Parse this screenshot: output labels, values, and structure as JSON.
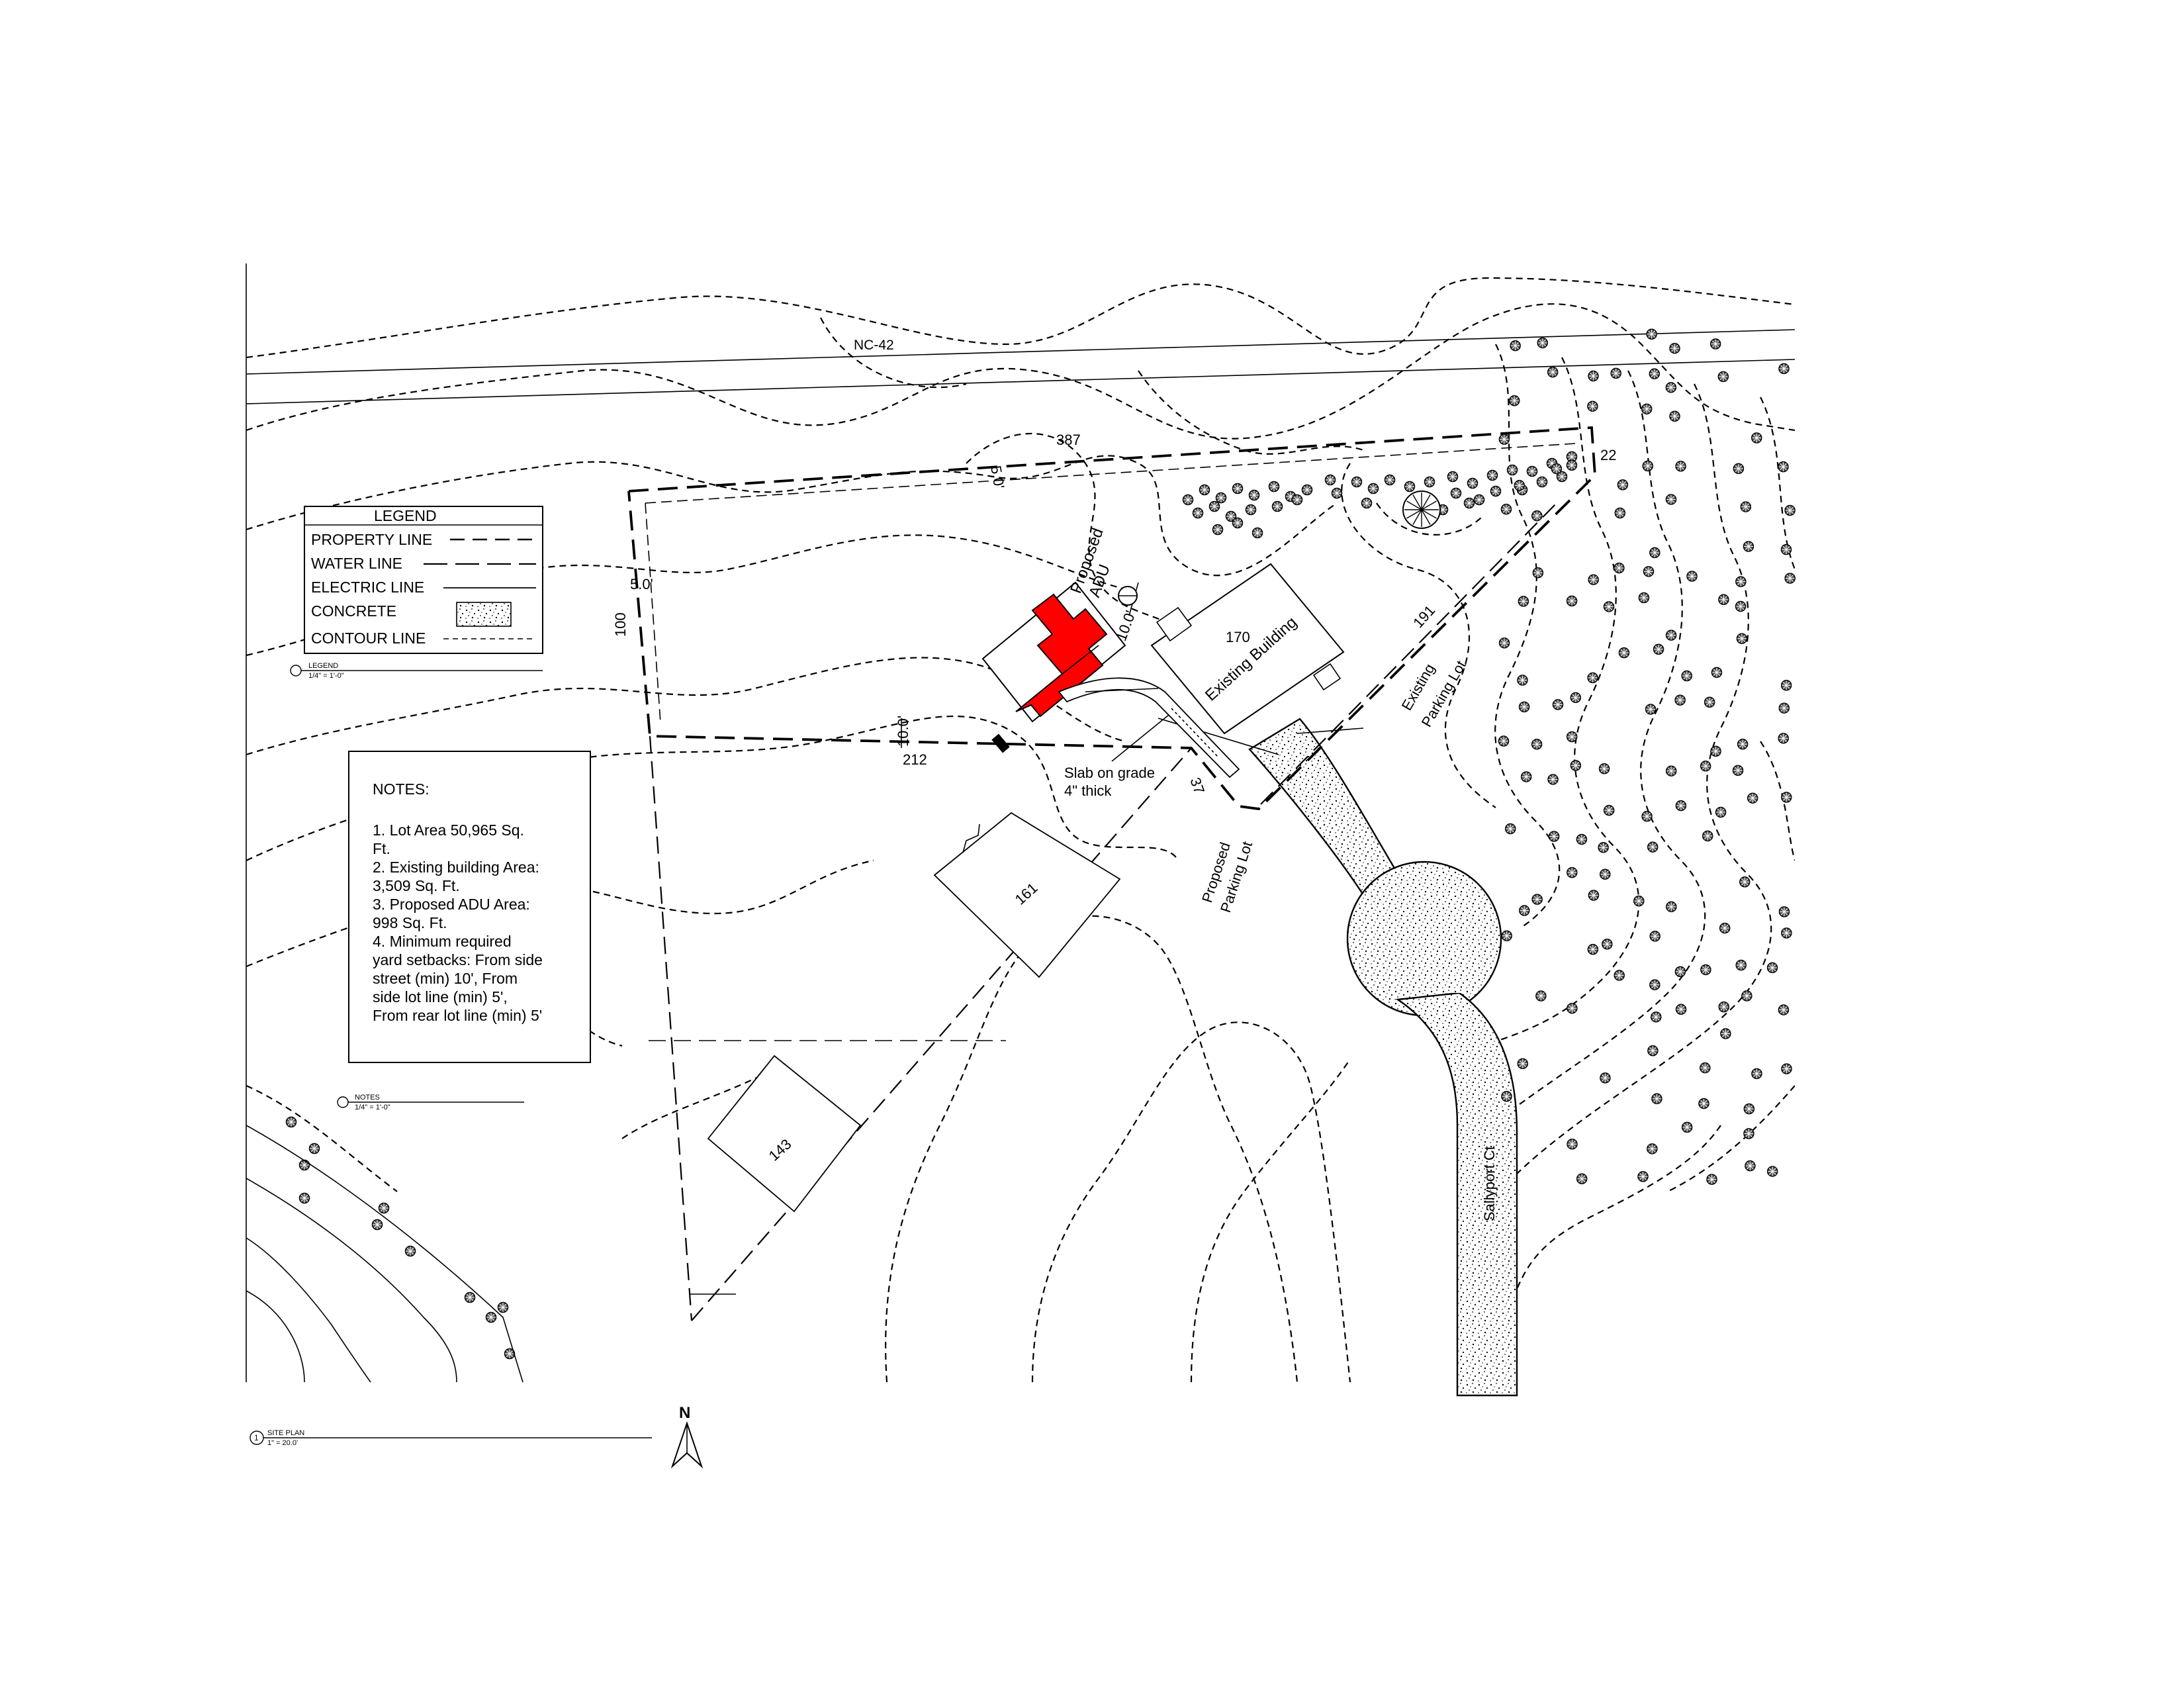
{
  "labels": {
    "road_nc42": "NC-42",
    "dim_387": "387",
    "dim_22": "22",
    "dim_100": "100",
    "dim_212": "212",
    "dim_37": "37",
    "dim_191": "191",
    "setback_top": "5.0'",
    "setback_left": "5.0'",
    "setback_bottom": "10.0'",
    "setback_adu": "10.0'",
    "proposed_adu": [
      "Proposed",
      "ADU"
    ],
    "existing_building": [
      "170",
      "Existing Building"
    ],
    "existing_parking": [
      "Existing",
      "Parking Lot"
    ],
    "proposed_parking": [
      "Proposed",
      "Parking Lot"
    ],
    "slab": [
      "Slab on grade",
      "4\" thick"
    ],
    "bldg_161": "161",
    "bldg_143": "143",
    "street": "Sallyport Ct"
  },
  "legend": {
    "title": "LEGEND",
    "items": [
      "PROPERTY LINE",
      "WATER LINE",
      "ELECTRIC LINE",
      "CONCRETE",
      "CONTOUR LINE"
    ],
    "tag_name": "LEGEND",
    "tag_scale": "1/4\" = 1'-0\""
  },
  "notes": {
    "title": "NOTES:",
    "lines": [
      "1. Lot Area 50,965 Sq.",
      "Ft.",
      "2. Existing building Area:",
      "3,509 Sq. Ft.",
      "3. Proposed ADU Area:",
      "998 Sq. Ft.",
      "4. Minimum required",
      "yard setbacks: From side",
      "street (min) 10', From",
      "side lot line (min) 5',",
      "From rear lot line (min) 5'"
    ],
    "tag_name": "NOTES",
    "tag_scale": "1/4\" = 1'-0\""
  },
  "site_plan": {
    "number": "1",
    "name": "SITE PLAN",
    "scale": "1\" = 20.0'"
  },
  "north": "N",
  "colors": {
    "adu": "#ff0000",
    "line": "#000000",
    "background": "#ffffff"
  }
}
